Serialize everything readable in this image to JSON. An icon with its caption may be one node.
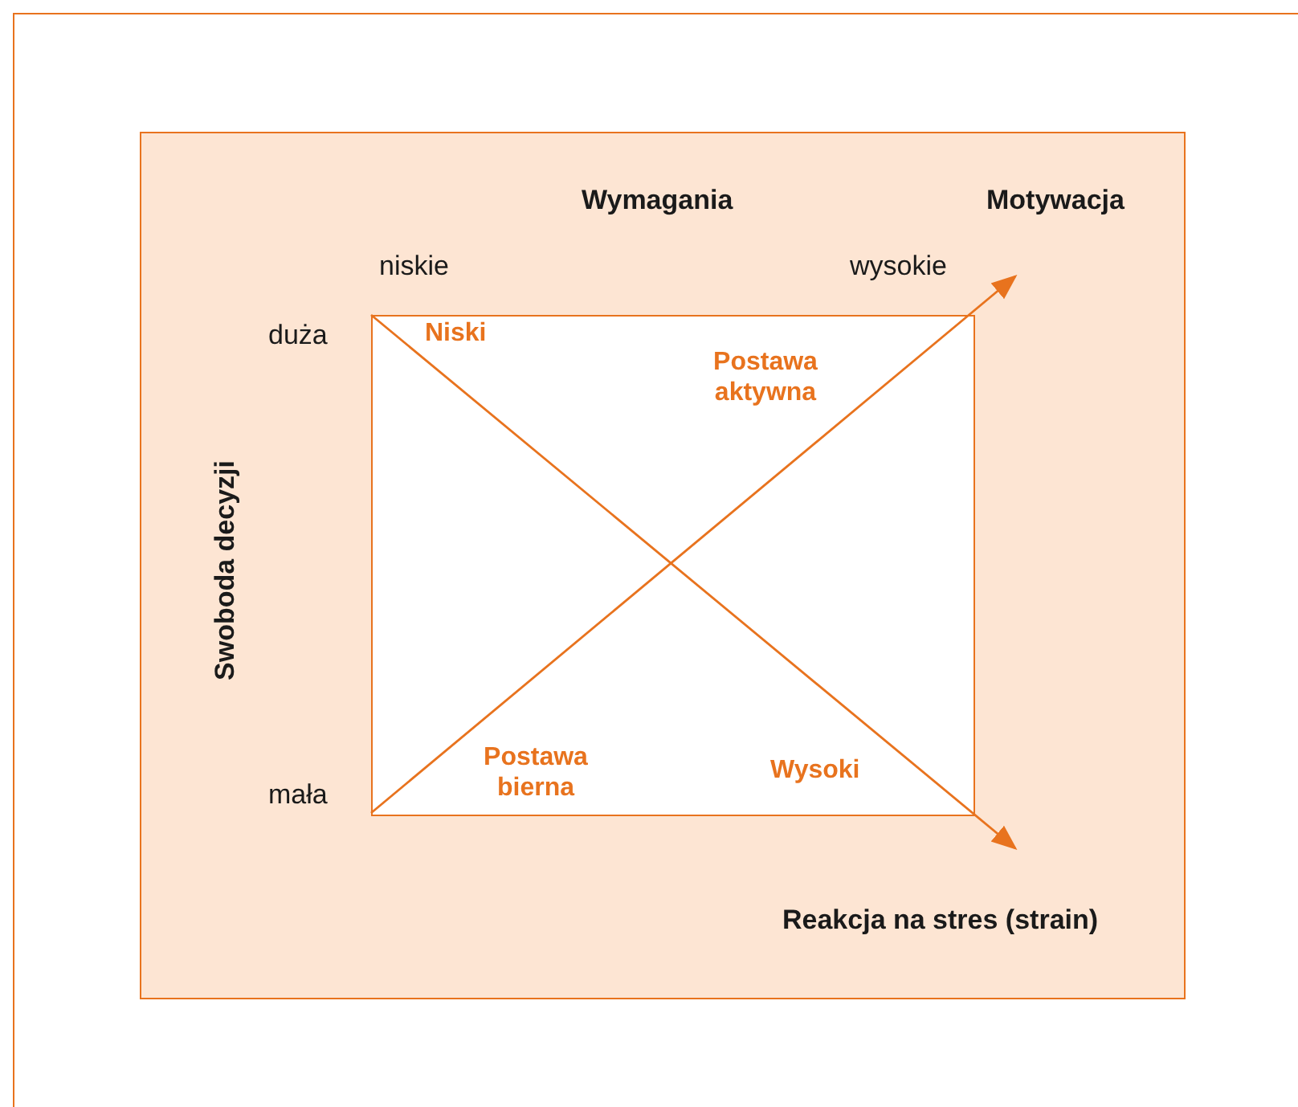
{
  "diagram": {
    "nodes": [
      {
        "text": [
          "Wymagania",
          "Motywacja",
          "niskie",
          "wysokie",
          "duża",
          "Swoboda decyzji",
          "mała",
          "Reakcja na stres (strain)"
        ]
      },
      {
        "text": [
          "Niski",
          "Postawa aktywna",
          "Postawa bierna",
          "Wysoki"
        ],
        "in": 0
      }
    ]
  }
}
